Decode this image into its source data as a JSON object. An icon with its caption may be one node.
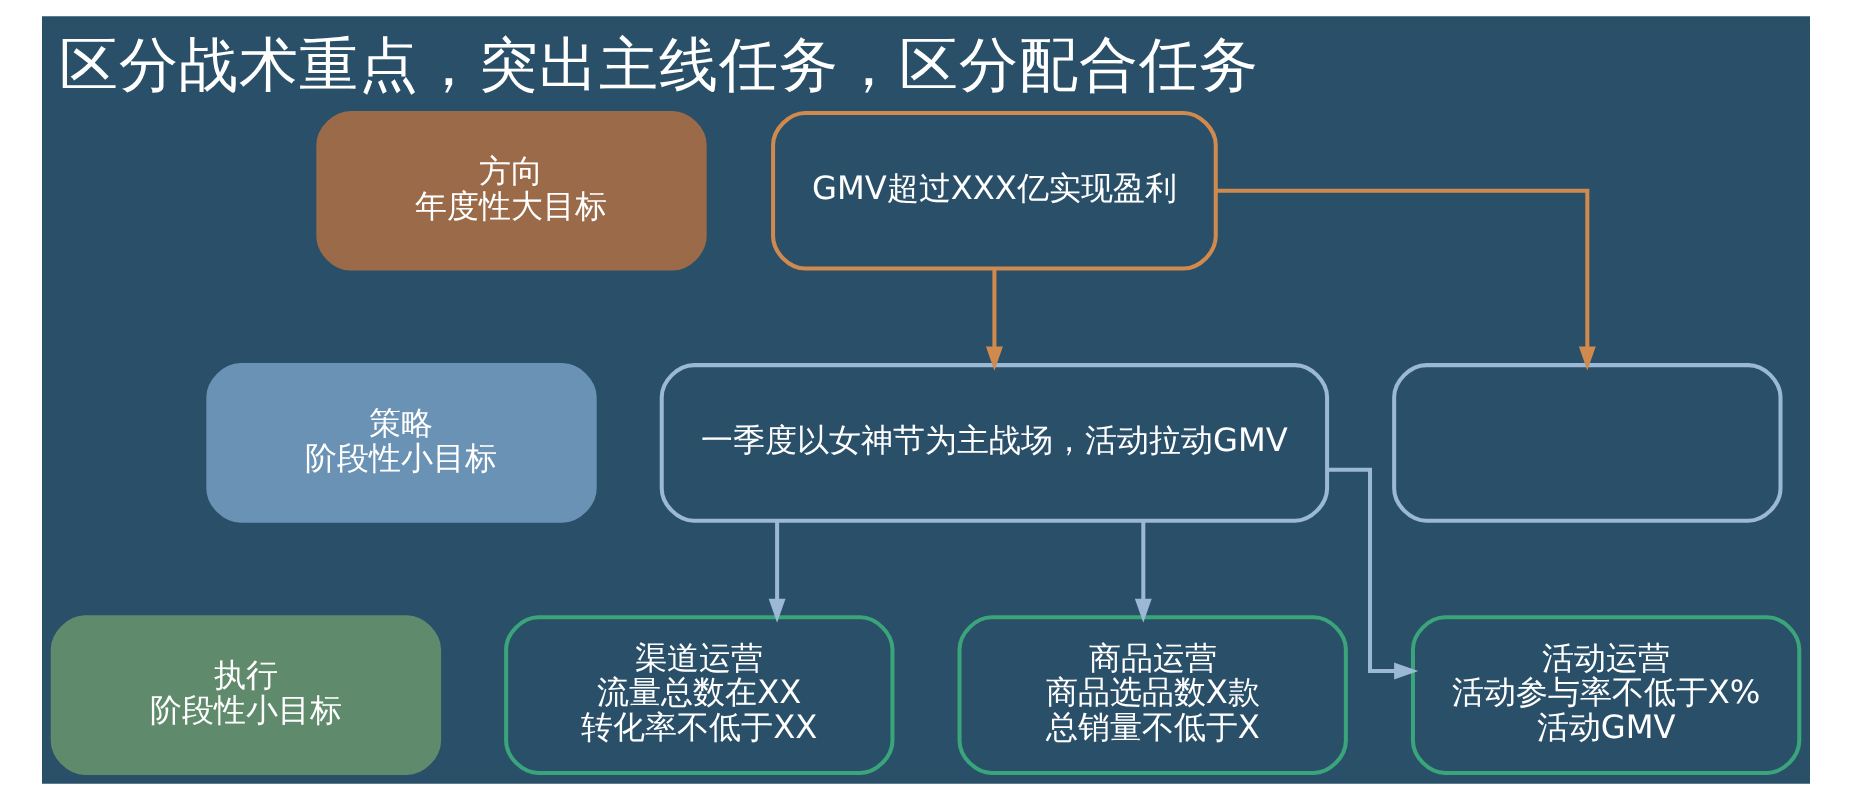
{
  "diagram": {
    "title": "区分战术重点，突出主线任务，区分配合任务",
    "nodes": [
      {
        "text": [
          "方向",
          "年度性大目标"
        ]
      },
      {
        "text": [
          "策略",
          "阶段性小目标"
        ]
      },
      {
        "text": [
          "执行",
          "阶段性小目标"
        ]
      },
      {
        "text": [
          "GMV超过XXX亿实现盈利"
        ]
      },
      {
        "text": [
          "一季度以女神节为主战场，活动拉动GMV"
        ]
      },
      {
        "text": [],
        "shape": "box"
      },
      {
        "text": [
          "渠道运营",
          "流量总数在XX",
          "转化率不低于XX"
        ]
      },
      {
        "text": [
          "商品运营",
          "商品选品数X款",
          "总销量不低于X"
        ]
      },
      {
        "text": [
          "活动运营",
          "活动参与率不低于X%",
          "活动GMV"
        ]
      }
    ],
    "edges": [
      {
        "from": 3,
        "to": 4,
        "arrow": "to",
        "color": "#d08a4e"
      },
      {
        "from": 3,
        "to": 5,
        "arrow": "to",
        "color": "#d08a4e"
      },
      {
        "from": 4,
        "to": 6,
        "arrow": "to"
      },
      {
        "from": 4,
        "to": 7,
        "arrow": "to"
      },
      {
        "from": 4,
        "to": 8,
        "arrow": "to"
      }
    ]
  }
}
